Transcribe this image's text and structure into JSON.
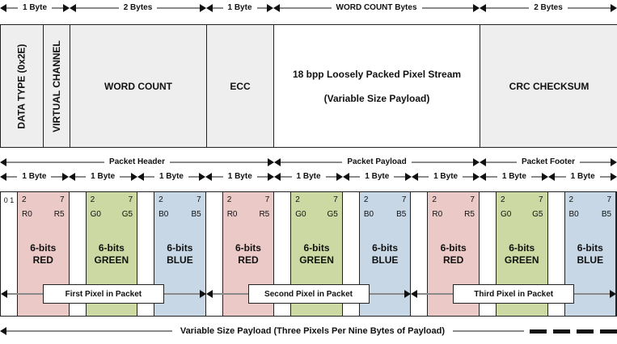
{
  "top_dims": {
    "items": [
      {
        "label": "1 Byte"
      },
      {
        "label": "2 Bytes"
      },
      {
        "label": "1 Byte"
      },
      {
        "label": "WORD COUNT Bytes"
      },
      {
        "label": "2 Bytes"
      }
    ]
  },
  "fields": {
    "data_type": "DATA TYPE (0x2E)",
    "virtual_channel": "VIRTUAL CHANNEL",
    "word_count": "WORD COUNT",
    "ecc": "ECC",
    "payload_line1": "18 bpp Loosely Packed Pixel Stream",
    "payload_line2": "(Variable Size Payload)",
    "crc": "CRC CHECKSUM"
  },
  "group_dims": {
    "header": "Packet Header",
    "payload": "Packet Payload",
    "footer": "Packet Footer"
  },
  "byte_dim_label": "1 Byte",
  "bytes": [
    {
      "unused": "0 1",
      "bit_lo": "2",
      "bit_hi": "7",
      "sig_lo": "R0",
      "sig_hi": "R5",
      "label1": "6-bits",
      "label2": "RED"
    },
    {
      "unused": "",
      "bit_lo": "2",
      "bit_hi": "7",
      "sig_lo": "G0",
      "sig_hi": "G5",
      "label1": "6-bits",
      "label2": "GREEN"
    },
    {
      "unused": "",
      "bit_lo": "2",
      "bit_hi": "7",
      "sig_lo": "B0",
      "sig_hi": "B5",
      "label1": "6-bits",
      "label2": "BLUE"
    },
    {
      "unused": "",
      "bit_lo": "2",
      "bit_hi": "7",
      "sig_lo": "R0",
      "sig_hi": "R5",
      "label1": "6-bits",
      "label2": "RED"
    },
    {
      "unused": "",
      "bit_lo": "2",
      "bit_hi": "7",
      "sig_lo": "G0",
      "sig_hi": "G5",
      "label1": "6-bits",
      "label2": "GREEN"
    },
    {
      "unused": "",
      "bit_lo": "2",
      "bit_hi": "7",
      "sig_lo": "B0",
      "sig_hi": "B5",
      "label1": "6-bits",
      "label2": "BLUE"
    },
    {
      "unused": "",
      "bit_lo": "2",
      "bit_hi": "7",
      "sig_lo": "R0",
      "sig_hi": "R5",
      "label1": "6-bits",
      "label2": "RED"
    },
    {
      "unused": "",
      "bit_lo": "2",
      "bit_hi": "7",
      "sig_lo": "G0",
      "sig_hi": "G5",
      "label1": "6-bits",
      "label2": "GREEN"
    },
    {
      "unused": "",
      "bit_lo": "2",
      "bit_hi": "7",
      "sig_lo": "B0",
      "sig_hi": "B5",
      "label1": "6-bits",
      "label2": "BLUE"
    }
  ],
  "pixel_groups": [
    {
      "label": "First Pixel in Packet"
    },
    {
      "label": "Second Pixel in Packet"
    },
    {
      "label": "Third Pixel in Packet"
    }
  ],
  "footer": {
    "label": "Variable Size Payload (Three Pixels Per Nine Bytes of Payload)"
  },
  "colors": {
    "red": "#ebc9c7",
    "green": "#ccd9a2",
    "blue": "#c7d7e5",
    "field_fill": "#eeeeee",
    "payload_fill": "#ffffff",
    "line_gray": "#8a8a8a",
    "border": "#222222"
  }
}
